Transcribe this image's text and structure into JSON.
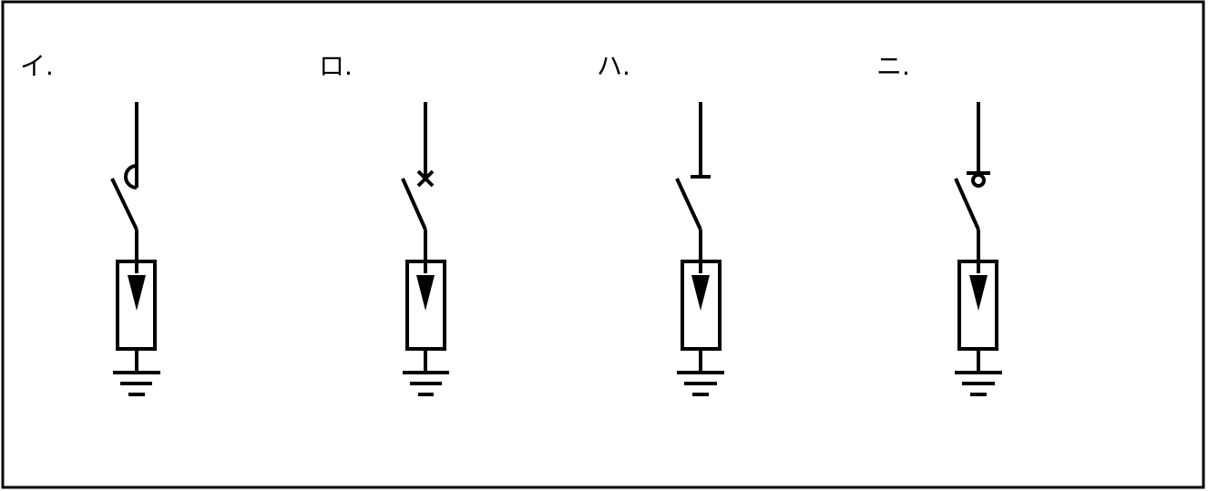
{
  "diagram": {
    "options": [
      {
        "label": "イ.",
        "switch_symbol": "semicircle-contact"
      },
      {
        "label": "ロ.",
        "switch_symbol": "cross-contact"
      },
      {
        "label": "ハ.",
        "switch_symbol": "bar-contact"
      },
      {
        "label": "ニ.",
        "switch_symbol": "bar-with-circle-contact"
      }
    ],
    "component_parts": [
      "disconnect-switch",
      "arrester-element",
      "earth-ground"
    ],
    "colors": {
      "line": "#000000",
      "background": "#ffffff"
    }
  }
}
